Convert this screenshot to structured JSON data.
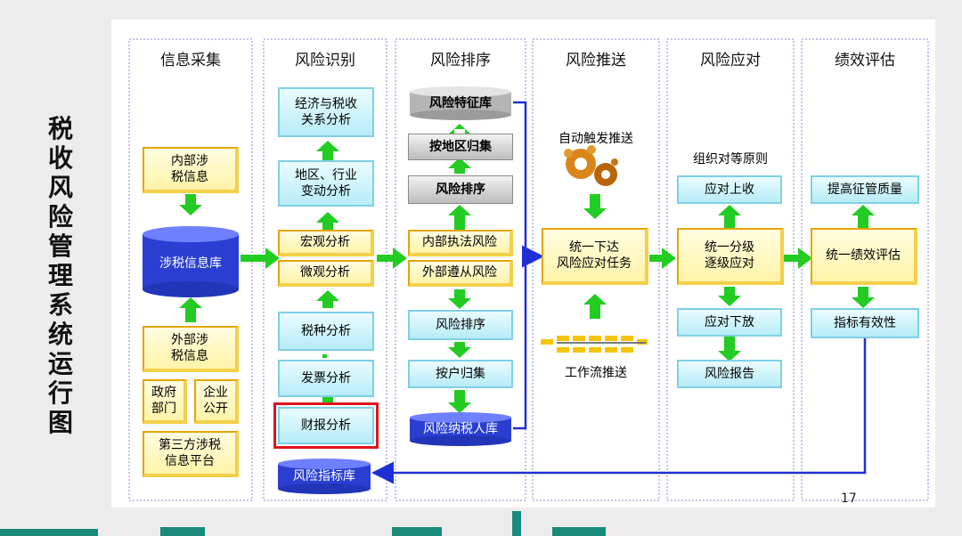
{
  "title_chars": [
    "税",
    "收",
    "风",
    "险",
    "管",
    "理",
    "系",
    "统",
    "运",
    "行",
    "图"
  ],
  "columns": [
    "信息采集",
    "风险识别",
    "风险排序",
    "风险推送",
    "风险应对",
    "绩效评估"
  ],
  "col1": {
    "internal_info": "内部涉\n税信息",
    "database": "涉税信息库",
    "external_info": "外部涉\n税信息",
    "gov": "政府\n部门",
    "enterprise": "企业\n公开",
    "third_party": "第三方涉税\n信息平台"
  },
  "col2": {
    "economy": "经济与税收\n关系分析",
    "region": "地区、行业\n变动分析",
    "macro": "宏观分析",
    "micro": "微观分析",
    "tax_type": "税种分析",
    "invoice": "发票分析",
    "financial": "财报分析",
    "indicator_db": "风险指标库"
  },
  "col3": {
    "feature_db": "风险特征库",
    "by_region": "按地区归集",
    "rank_top": "风险排序",
    "internal_risk": "内部执法风险",
    "external_risk": "外部遵从风险",
    "rank_bottom": "风险排序",
    "by_household": "按户归集",
    "taxpayer_db": "风险纳税人库"
  },
  "col4": {
    "auto_trigger": "自动触发推送",
    "unified_issue": "统一下达\n风险应对任务",
    "workflow": "工作流推送"
  },
  "col5": {
    "principle": "组织对等原则",
    "respond_up": "应对上收",
    "unified_grade": "统一分级\n逐级应对",
    "respond_down": "应对下放",
    "report": "风险报告"
  },
  "col6": {
    "quality": "提高征管质量",
    "unified_eval": "统一绩效评估",
    "effectiveness": "指标有效性"
  },
  "colors": {
    "arrow_green": "#22cc22",
    "arrow_blue": "#1f2fd6",
    "highlight_red": "#e0141e"
  },
  "page_number": "17"
}
